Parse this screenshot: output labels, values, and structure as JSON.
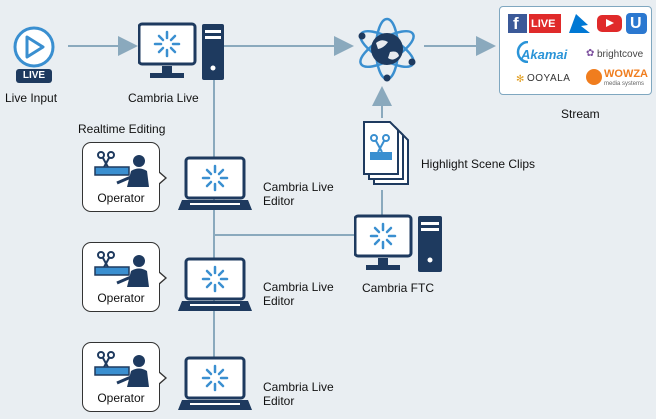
{
  "labels": {
    "live_input": "Live Input",
    "live_badge": "LIVE",
    "cambria_live": "Cambria Live",
    "realtime_editing": "Realtime Editing",
    "stream": "Stream",
    "highlight_clips": "Highlight Scene Clips",
    "cambria_ftc": "Cambria FTC",
    "editor_line1": "Cambria Live",
    "editor_line2": "Editor",
    "operator": "Operator"
  },
  "stream_logos": {
    "facebook": "f",
    "fb_live": "LIVE",
    "ustream": "U",
    "akamai": "Akamai",
    "brightcove": "brightcove",
    "ooyala": "OOYALA",
    "wowza": "WOWZA",
    "wowza_sub": "media systems"
  },
  "colors": {
    "navy": "#1e3a5f",
    "line": "#8aa9bd",
    "accent_blue": "#3a8fd0",
    "background": "#e9eef2"
  }
}
